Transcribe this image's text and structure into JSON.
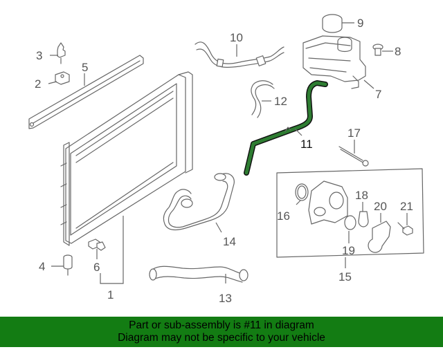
{
  "callouts": {
    "c1": "1",
    "c2": "2",
    "c3": "3",
    "c4": "4",
    "c5": "5",
    "c6": "6",
    "c7": "7",
    "c8": "8",
    "c9": "9",
    "c10": "10",
    "c11": "11",
    "c12": "12",
    "c13": "13",
    "c14": "14",
    "c15": "15",
    "c16": "16",
    "c17": "17",
    "c18": "18",
    "c19": "19",
    "c20": "20",
    "c21": "21"
  },
  "highlight": {
    "part_number": "11",
    "color": "#2e7d32"
  },
  "banner": {
    "line1": "Part or sub-assembly is #11 in diagram",
    "line2": "Diagram may not be specific to your vehicle",
    "background": "#137c13"
  }
}
